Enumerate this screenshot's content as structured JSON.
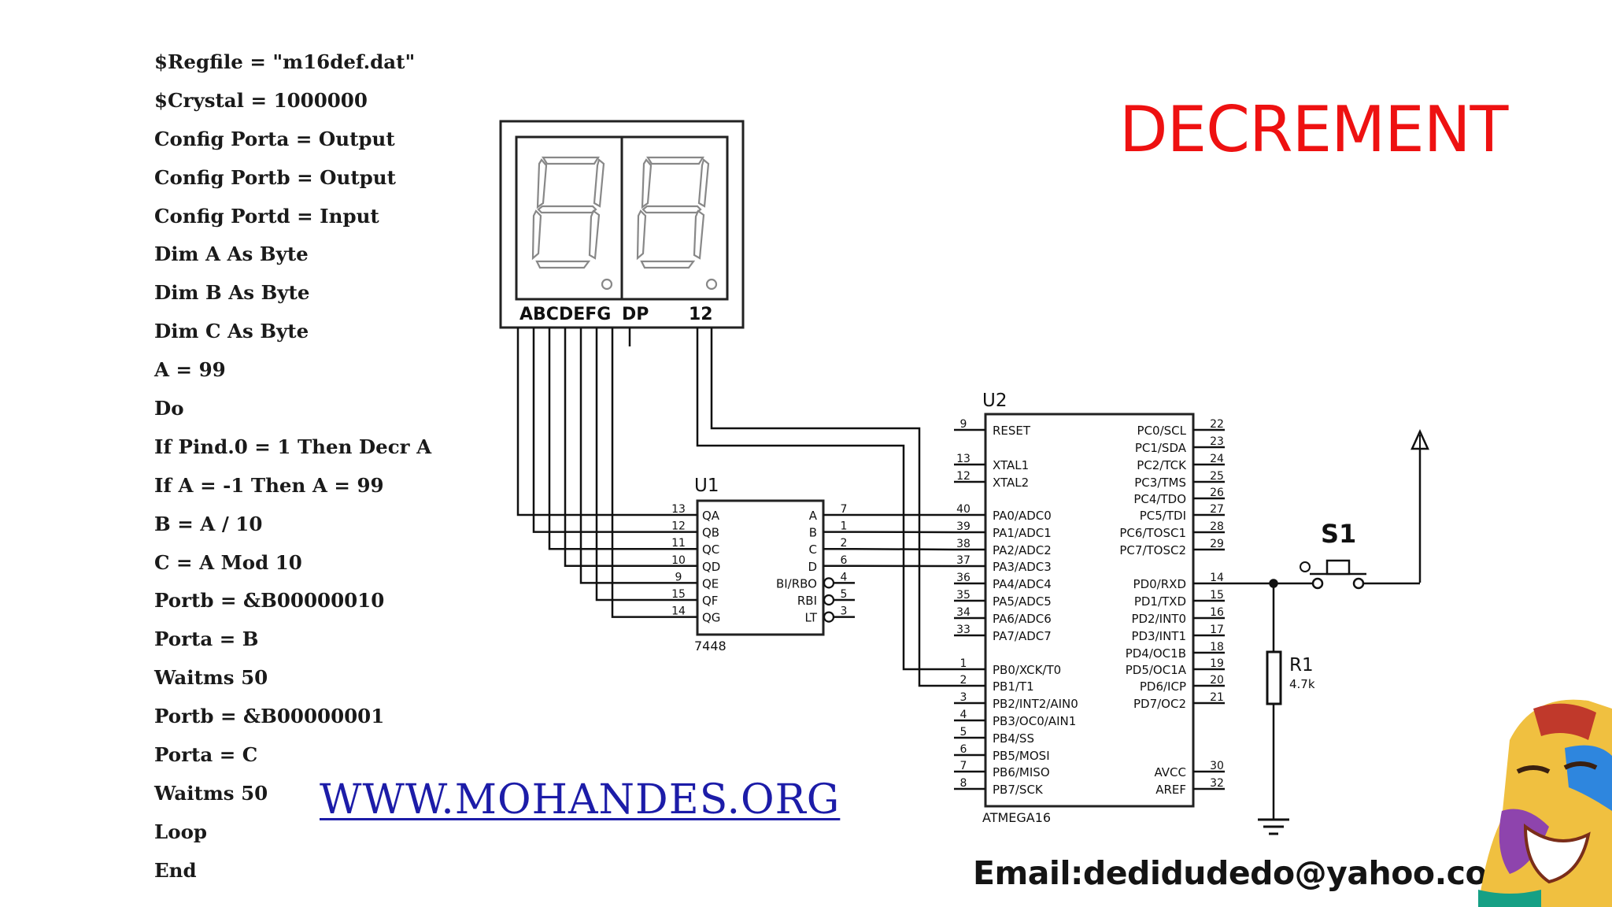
{
  "code_lines": [
    "$Regfile = \"m16def.dat\"",
    "$Crystal = 1000000",
    "Config Porta = Output",
    "Config Portb = Output",
    "Config Portd = Input",
    "Dim A As Byte",
    "Dim B As Byte",
    "Dim C As Byte",
    "A = 99",
    "Do",
    "If Pind.0 = 1 Then Decr A",
    "If A = -1 Then A = 99",
    "B = A / 10",
    "C = A Mod 10",
    "Portb = &B00000010",
    "Porta = B",
    "Waitms 50",
    "Portb = &B00000001",
    "Porta = C",
    "Waitms 50",
    "Loop",
    "End"
  ],
  "title": "DECREMENT",
  "website": "WWW.MOHANDES.ORG",
  "email": "Email:dedidudedo@yahoo.com",
  "colors": {
    "title": "#ee1111",
    "website": "#1c1ca8"
  },
  "schematic": {
    "display": {
      "segment_label": "ABCDEFG",
      "dp_label": "DP",
      "digits_label": "12"
    },
    "u1": {
      "ref": "U1",
      "part": "7448",
      "inputs": [
        {
          "num": "13",
          "name": "QA"
        },
        {
          "num": "12",
          "name": "QB"
        },
        {
          "num": "11",
          "name": "QC"
        },
        {
          "num": "10",
          "name": "QD"
        },
        {
          "num": "9",
          "name": "QE"
        },
        {
          "num": "15",
          "name": "QF"
        },
        {
          "num": "14",
          "name": "QG"
        }
      ],
      "outputs": [
        {
          "num": "7",
          "name": "A"
        },
        {
          "num": "1",
          "name": "B"
        },
        {
          "num": "2",
          "name": "C"
        },
        {
          "num": "6",
          "name": "D"
        },
        {
          "num": "4",
          "name": "BI/RBO"
        },
        {
          "num": "5",
          "name": "RBI"
        },
        {
          "num": "3",
          "name": "LT"
        }
      ]
    },
    "u2": {
      "ref": "U2",
      "part": "ATMEGA16",
      "left_pins": [
        {
          "num": "9",
          "name": "RESET"
        },
        {
          "num": "13",
          "name": "XTAL1"
        },
        {
          "num": "12",
          "name": "XTAL2"
        },
        {
          "num": "40",
          "name": "PA0/ADC0"
        },
        {
          "num": "39",
          "name": "PA1/ADC1"
        },
        {
          "num": "38",
          "name": "PA2/ADC2"
        },
        {
          "num": "37",
          "name": "PA3/ADC3"
        },
        {
          "num": "36",
          "name": "PA4/ADC4"
        },
        {
          "num": "35",
          "name": "PA5/ADC5"
        },
        {
          "num": "34",
          "name": "PA6/ADC6"
        },
        {
          "num": "33",
          "name": "PA7/ADC7"
        },
        {
          "num": "1",
          "name": "PB0/XCK/T0"
        },
        {
          "num": "2",
          "name": "PB1/T1"
        },
        {
          "num": "3",
          "name": "PB2/INT2/AIN0"
        },
        {
          "num": "4",
          "name": "PB3/OC0/AIN1"
        },
        {
          "num": "5",
          "name": "PB4/SS"
        },
        {
          "num": "6",
          "name": "PB5/MOSI"
        },
        {
          "num": "7",
          "name": "PB6/MISO"
        },
        {
          "num": "8",
          "name": "PB7/SCK"
        }
      ],
      "right_pins": [
        {
          "num": "22",
          "name": "PC0/SCL"
        },
        {
          "num": "23",
          "name": "PC1/SDA"
        },
        {
          "num": "24",
          "name": "PC2/TCK"
        },
        {
          "num": "25",
          "name": "PC3/TMS"
        },
        {
          "num": "26",
          "name": "PC4/TDO"
        },
        {
          "num": "27",
          "name": "PC5/TDI"
        },
        {
          "num": "28",
          "name": "PC6/TOSC1"
        },
        {
          "num": "29",
          "name": "PC7/TOSC2"
        },
        {
          "num": "14",
          "name": "PD0/RXD"
        },
        {
          "num": "15",
          "name": "PD1/TXD"
        },
        {
          "num": "16",
          "name": "PD2/INT0"
        },
        {
          "num": "17",
          "name": "PD3/INT1"
        },
        {
          "num": "18",
          "name": "PD4/OC1B"
        },
        {
          "num": "19",
          "name": "PD5/OC1A"
        },
        {
          "num": "20",
          "name": "PD6/ICP"
        },
        {
          "num": "21",
          "name": "PD7/OC2"
        },
        {
          "num": "30",
          "name": "AVCC"
        },
        {
          "num": "32",
          "name": "AREF"
        }
      ]
    },
    "s1": {
      "ref": "S1"
    },
    "r1": {
      "ref": "R1",
      "value": "4.7k"
    }
  }
}
